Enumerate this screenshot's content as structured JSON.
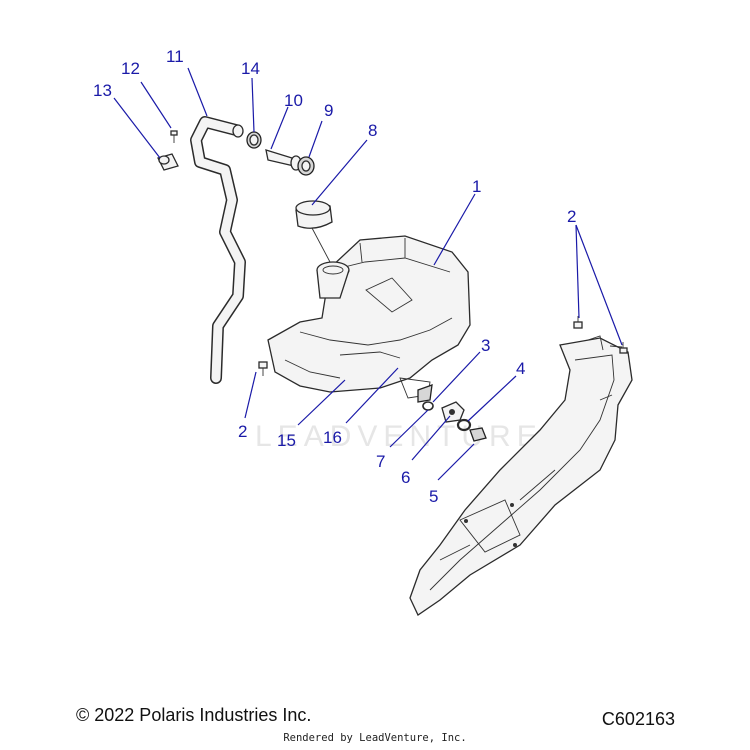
{
  "callouts": {
    "c1": "1",
    "c2a": "2",
    "c2b": "2",
    "c3": "3",
    "c4": "4",
    "c5": "5",
    "c6": "6",
    "c7": "7",
    "c8": "8",
    "c9": "9",
    "c10": "10",
    "c11": "11",
    "c12": "12",
    "c13": "13",
    "c14": "14",
    "c15": "15",
    "c16": "16"
  },
  "watermark": "LEADVENTURE",
  "footer": {
    "copyright": "© 2022 Polaris Industries Inc.",
    "diagram_code": "C602163",
    "rendered_by": "Rendered by LeadVenture, Inc."
  },
  "colors": {
    "callout": "#1a1aa8",
    "line_art": "#2b2b2b"
  }
}
